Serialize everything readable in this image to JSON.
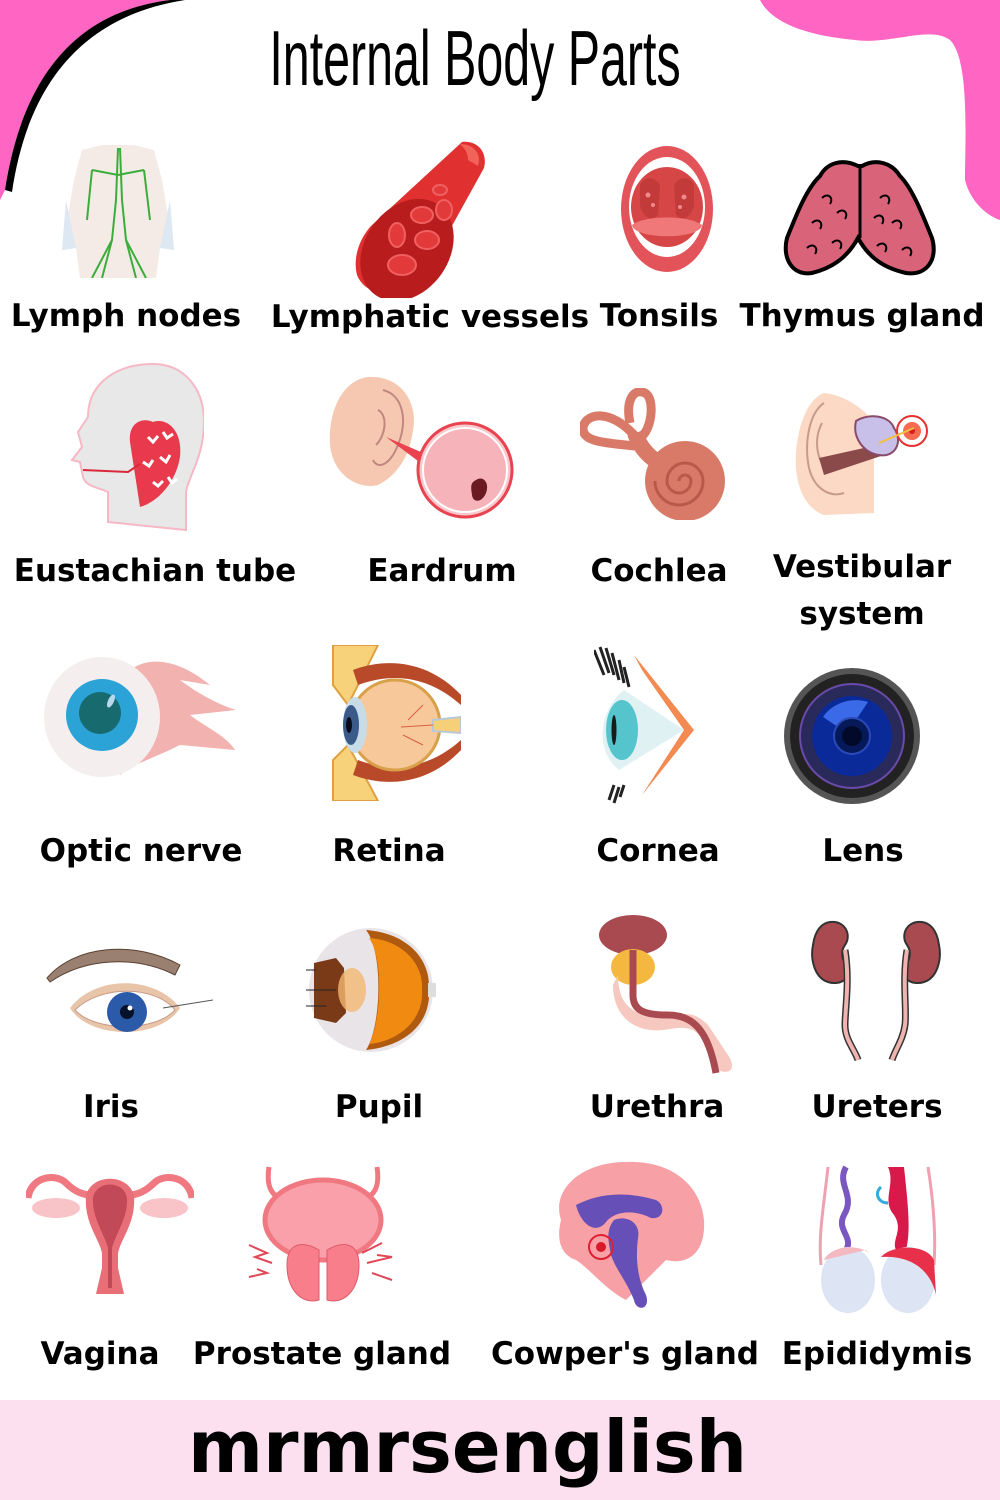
{
  "title": "Internal Body Parts",
  "footer": {
    "brand": "mrmrsenglish"
  },
  "colors": {
    "accent_pink": "#ff66c4",
    "footer_bg": "#fde0ef",
    "text": "#000000"
  },
  "rows": [
    {
      "items": [
        {
          "label": "Lymph nodes",
          "icon": "lymph-nodes-body-illustration"
        },
        {
          "label": "Lymphatic vessels",
          "icon": "blood-vessel-illustration"
        },
        {
          "label": "Tonsils",
          "icon": "open-mouth-tonsils-illustration"
        },
        {
          "label": "Thymus gland",
          "icon": "thymus-gland-illustration"
        }
      ]
    },
    {
      "items": [
        {
          "label": "Eustachian tube",
          "icon": "head-profile-illustration"
        },
        {
          "label": "Eardrum",
          "icon": "ear-eardrum-illustration"
        },
        {
          "label": "Cochlea",
          "icon": "cochlea-illustration"
        },
        {
          "label": "Vestibular system",
          "label_lines": [
            "Vestibular",
            "system"
          ],
          "icon": "inner-ear-illustration"
        }
      ]
    },
    {
      "items": [
        {
          "label": "Optic nerve",
          "icon": "eyeball-nerve-illustration"
        },
        {
          "label": "Retina",
          "icon": "eye-cross-section-illustration"
        },
        {
          "label": "Cornea",
          "icon": "eye-side-view-illustration"
        },
        {
          "label": "Lens",
          "icon": "camera-lens-illustration"
        }
      ]
    },
    {
      "items": [
        {
          "label": "Iris",
          "icon": "eye-with-eyebrow-illustration"
        },
        {
          "label": "Pupil",
          "icon": "eyeball-section-illustration"
        },
        {
          "label": "Urethra",
          "icon": "urethra-illustration"
        },
        {
          "label": "Ureters",
          "icon": "kidneys-ureters-illustration"
        }
      ]
    },
    {
      "items": [
        {
          "label": "Vagina",
          "icon": "uterus-illustration"
        },
        {
          "label": "Prostate gland",
          "icon": "prostate-illustration"
        },
        {
          "label": "Cowper's gland",
          "icon": "brain-section-illustration"
        },
        {
          "label": "Epididymis",
          "icon": "testes-illustration"
        }
      ]
    }
  ]
}
